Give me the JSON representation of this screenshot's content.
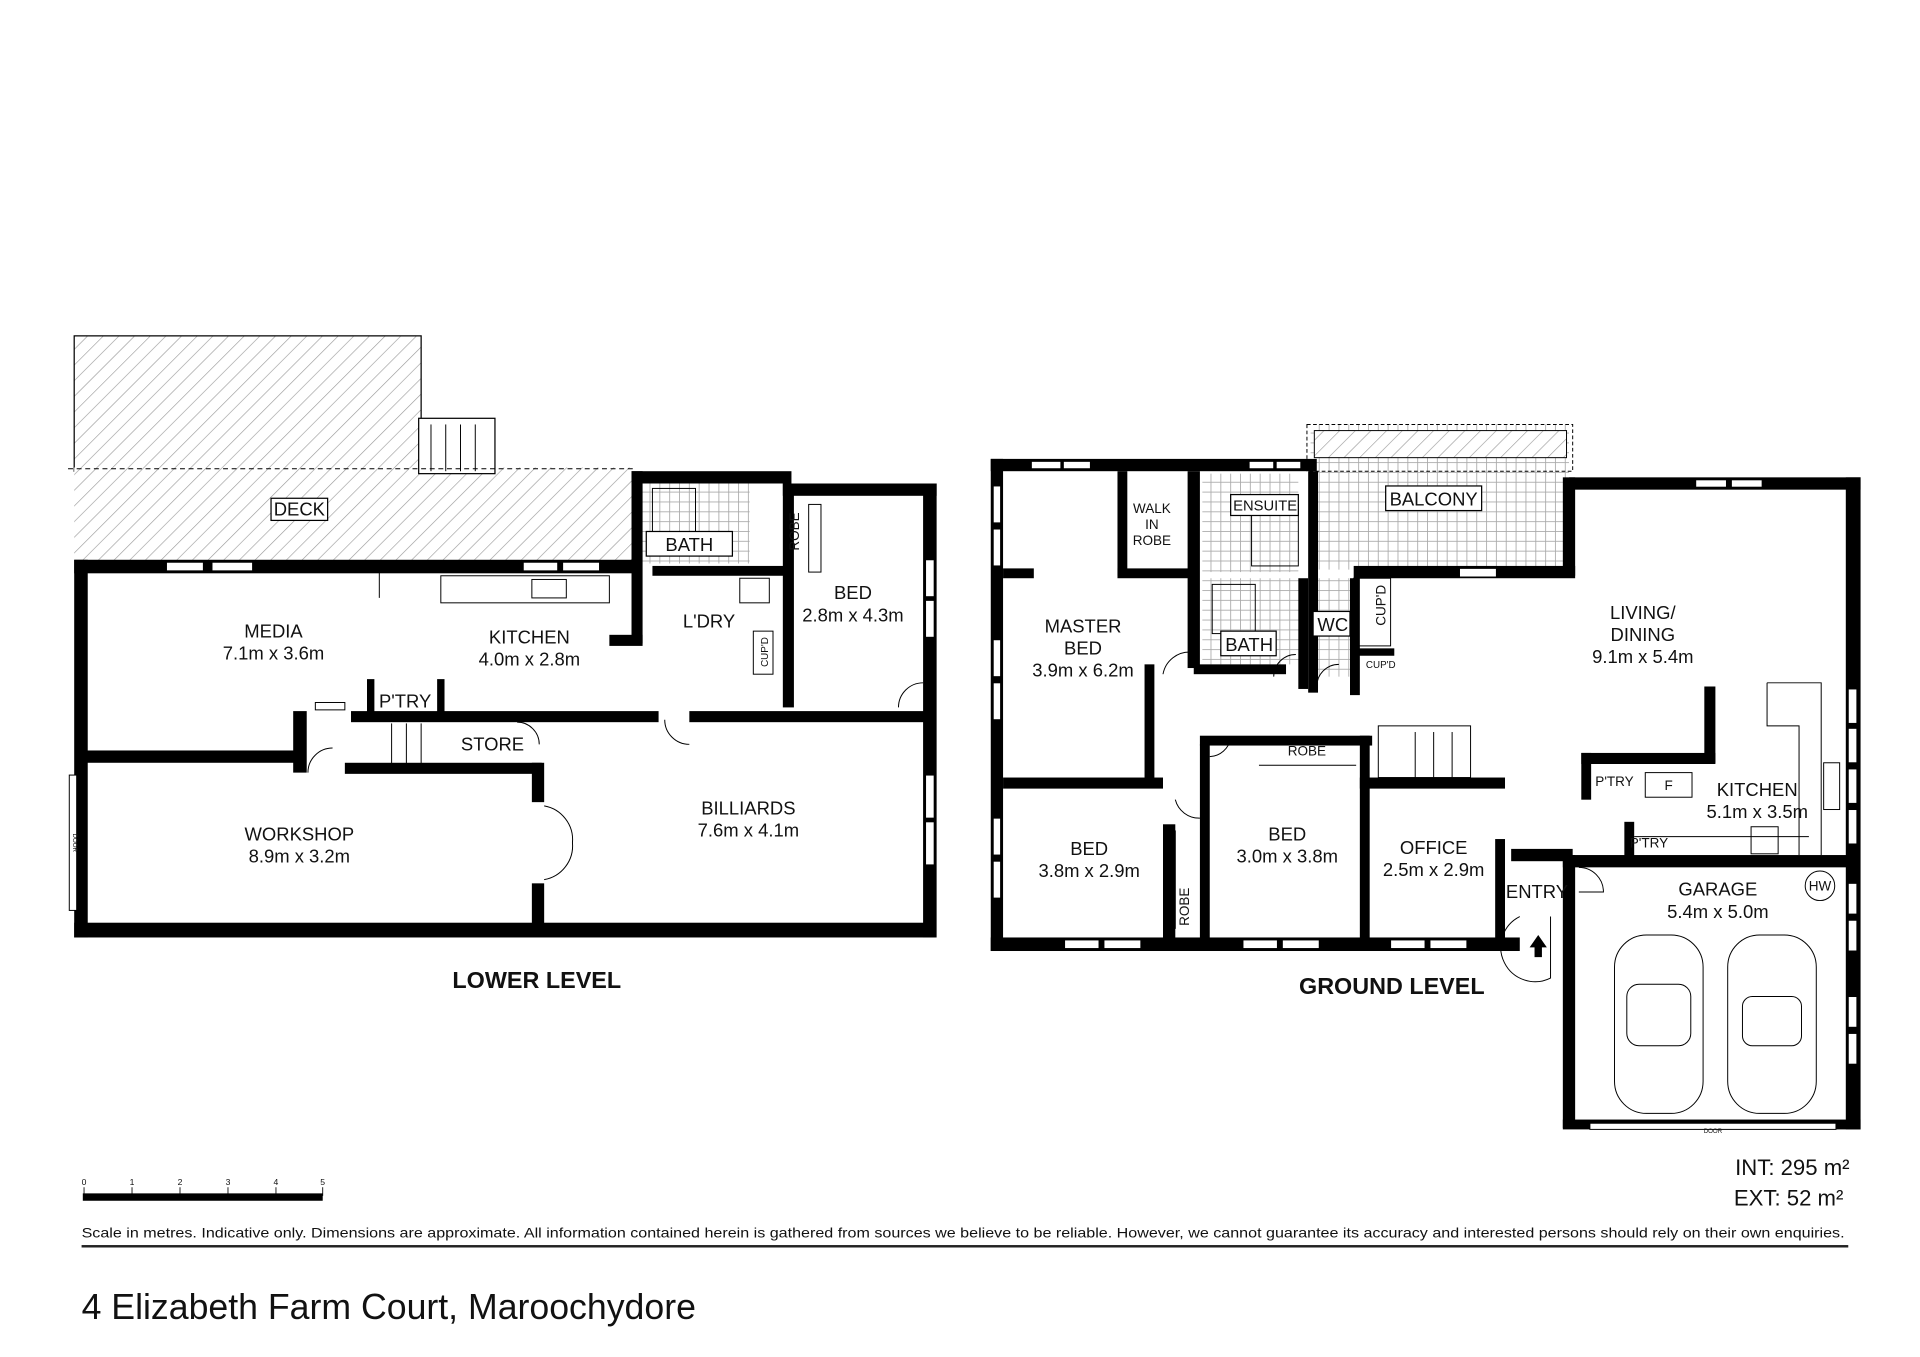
{
  "address": "4 Elizabeth Farm Court, Maroochydore",
  "lower_level": {
    "title": "LOWER LEVEL",
    "deck": "DECK",
    "bath": "BATH",
    "robe": "ROBE",
    "laundry": "L'DRY",
    "cupboard": "CUP'D",
    "pantry": "P'TRY",
    "store": "STORE",
    "rooms": [
      {
        "name": "MEDIA",
        "dims": "7.1m x 3.6m"
      },
      {
        "name": "KITCHEN",
        "dims": "4.0m x 2.8m"
      },
      {
        "name": "BED",
        "dims": "2.8m x 4.3m"
      },
      {
        "name": "WORKSHOP",
        "dims": "8.9m x 3.2m"
      },
      {
        "name": "BILLIARDS",
        "dims": "7.6m x 4.1m"
      }
    ],
    "door_label": "DOOR"
  },
  "ground_level": {
    "title": "GROUND LEVEL",
    "balcony": "BALCONY",
    "walk_in_robe": [
      "WALK",
      "IN",
      "ROBE"
    ],
    "ensuite": "ENSUITE",
    "bath": "BATH",
    "wc": "WC",
    "cupboard": "CUP'D",
    "robe": "ROBE",
    "pantry": "P'TRY",
    "fridge": "F",
    "entry": "ENTRY",
    "hot_water": "HW",
    "door_label": "DOOR",
    "rooms": [
      {
        "name": "MASTER",
        "name2": "BED",
        "dims": "3.9m x 6.2m"
      },
      {
        "name": "LIVING/",
        "name2": "DINING",
        "dims": "9.1m x 5.4m"
      },
      {
        "name": "KITCHEN",
        "dims": "5.1m x 3.5m"
      },
      {
        "name": "BED",
        "dims": "3.8m x 2.9m"
      },
      {
        "name": "BED",
        "dims": "3.0m x 3.8m"
      },
      {
        "name": "OFFICE",
        "dims": "2.5m x 2.9m"
      },
      {
        "name": "GARAGE",
        "dims": "5.4m x 5.0m"
      }
    ]
  },
  "areas": {
    "internal": "INT: 295 m²",
    "external": "EXT: 52 m²"
  },
  "scale": {
    "ticks": [
      "0",
      "1",
      "2",
      "3",
      "4",
      "5"
    ],
    "unit": "metres"
  },
  "disclaimer": "Scale in metres. Indicative only. Dimensions are approximate. All information contained herein is gathered from sources we believe to be reliable. However, we cannot guarantee its accuracy and interested persons should rely on their own enquiries."
}
